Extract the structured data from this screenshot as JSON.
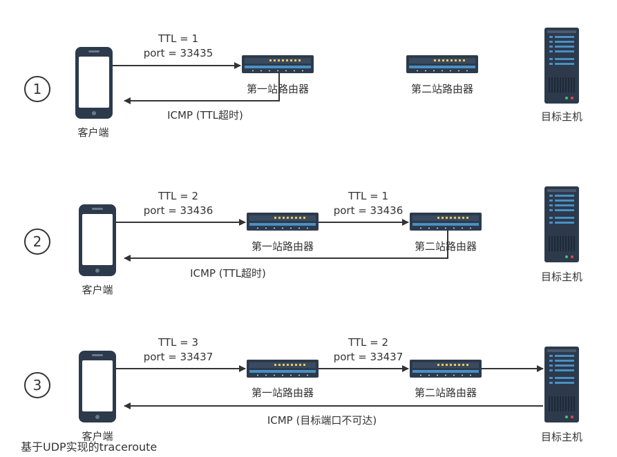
{
  "diagram": {
    "rows": [
      {
        "step": "1",
        "client_label": "客户端",
        "router1_label": "第一站路由器",
        "router2_label": "第二站路由器",
        "target_label": "目标主机",
        "hop1_ttl": "TTL = 1",
        "hop1_port": "port = 33435",
        "reply": "ICMP (TTL超时)"
      },
      {
        "step": "2",
        "client_label": "客户端",
        "router1_label": "第一站路由器",
        "router2_label": "第二站路由器",
        "target_label": "目标主机",
        "hop1_ttl": "TTL = 2",
        "hop1_port": "port = 33436",
        "hop2_ttl": "TTL = 1",
        "hop2_port": "port = 33436",
        "reply": "ICMP (TTL超时)"
      },
      {
        "step": "3",
        "client_label": "客户端",
        "router1_label": "第一站路由器",
        "router2_label": "第二站路由器",
        "target_label": "目标主机",
        "hop1_ttl": "TTL = 3",
        "hop1_port": "port = 33437",
        "hop2_ttl": "TTL = 2",
        "hop2_port": "port = 33437",
        "reply": "ICMP (目标端口不可达)"
      }
    ],
    "caption": "基于UDP实现的traceroute"
  },
  "colors": {
    "device_dark": "#2c3a4c",
    "device_face": "#3b4b5f",
    "screen_stripe": "#4a90c4",
    "router_led": "#f0c95a",
    "led_green": "#44c767",
    "led_red": "#e24b4b",
    "line": "#333333"
  },
  "icons": [
    "phone-icon",
    "router-icon",
    "server-icon",
    "arrow-right-icon",
    "arrow-left-icon"
  ]
}
